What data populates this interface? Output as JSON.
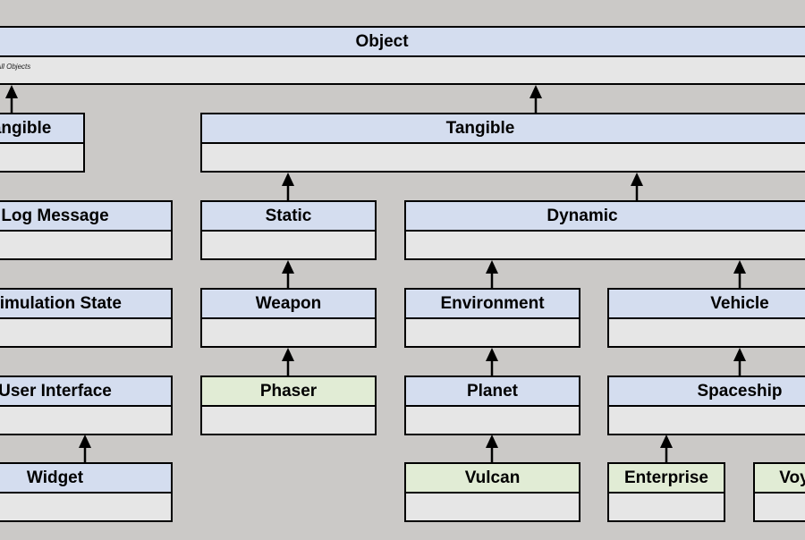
{
  "diagram": {
    "classes": {
      "object": "Object",
      "object_note": "All Objects",
      "intangible": "Intangible",
      "tangible": "Tangible",
      "log_message": "Log Message",
      "static": "Static",
      "dynamic": "Dynamic",
      "simulation_state": "Simulation State",
      "weapon": "Weapon",
      "environment": "Environment",
      "vehicle": "Vehicle",
      "user_interface": "User Interface",
      "phaser": "Phaser",
      "planet": "Planet",
      "spaceship": "Spaceship",
      "widget": "Widget",
      "vulcan": "Vulcan",
      "enterprise": "Enterprise",
      "voyager": "Voyager"
    },
    "colors": {
      "background": "#cbc9c7",
      "class_header": "#d4ddef",
      "leaf_header": "#e1ecd5",
      "class_body": "#e6e6e6",
      "line": "#000000"
    }
  }
}
